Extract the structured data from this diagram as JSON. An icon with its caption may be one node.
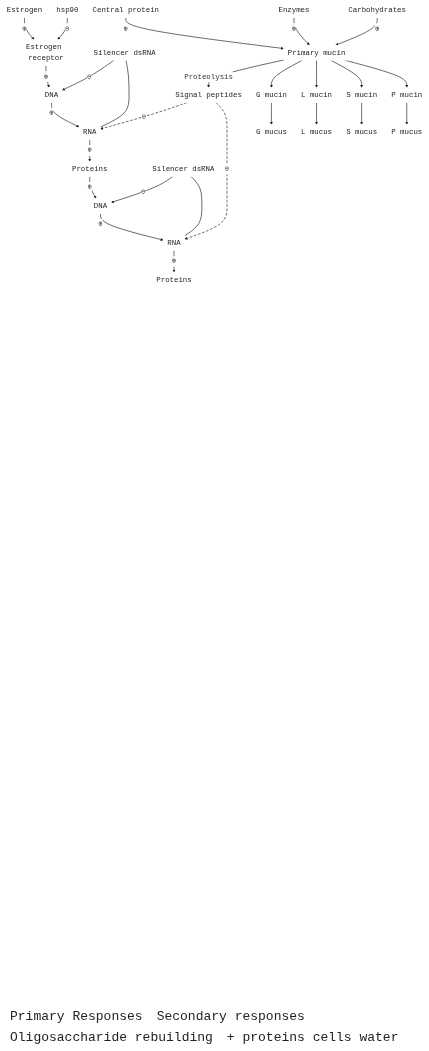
{
  "diagram": {
    "nodes": [
      {
        "text": [
          "Estrogen"
        ]
      },
      {
        "text": [
          "hsp90"
        ]
      },
      {
        "text": [
          "Estrogen receptor"
        ]
      },
      {
        "text": [
          "DNA"
        ]
      },
      {
        "text": [
          "Silencer dsRNA"
        ]
      },
      {
        "text": [
          "RNA"
        ]
      },
      {
        "text": [
          "Proteins"
        ]
      },
      {
        "text": [
          "DNA"
        ]
      },
      {
        "text": [
          "Silencer dsRNA"
        ]
      },
      {
        "text": [
          "RNA"
        ]
      },
      {
        "text": [
          "Proteins"
        ]
      },
      {
        "text": [
          "Central protein"
        ]
      },
      {
        "text": [
          "Enzymes"
        ]
      },
      {
        "text": [
          "Carbohydrates"
        ]
      },
      {
        "text": [
          "Primary mucin"
        ]
      },
      {
        "text": [
          "Signal peptides"
        ]
      },
      {
        "text": [
          "G mucin"
        ]
      },
      {
        "text": [
          "L mucin"
        ]
      },
      {
        "text": [
          "S mucin"
        ]
      },
      {
        "text": [
          "P mucin"
        ]
      },
      {
        "text": [
          "G mucus"
        ]
      },
      {
        "text": [
          "L mucus"
        ]
      },
      {
        "text": [
          "S mucus"
        ]
      },
      {
        "text": [
          "P mucus"
        ]
      }
    ],
    "edges": [
      {
        "from": 0,
        "to": 2,
        "arrow": "to",
        "label": "⊕"
      },
      {
        "from": 1,
        "to": 2,
        "arrow": "to",
        "label": "⊖"
      },
      {
        "from": 2,
        "to": 3,
        "arrow": "to",
        "label": "⊕"
      },
      {
        "from": 4,
        "to": 3,
        "arrow": "to",
        "label": "⊖"
      },
      {
        "from": 4,
        "to": 5,
        "arrow": "none"
      },
      {
        "from": 3,
        "to": 5,
        "arrow": "to",
        "label": "⊕"
      },
      {
        "from": 5,
        "to": 6,
        "arrow": "to",
        "label": "⊕"
      },
      {
        "from": 6,
        "to": 7,
        "arrow": "to",
        "label": "⊕"
      },
      {
        "from": 8,
        "to": 7,
        "arrow": "to",
        "label": "⊖"
      },
      {
        "from": 8,
        "to": 9,
        "arrow": "none"
      },
      {
        "from": 7,
        "to": 9,
        "arrow": "to",
        "label": "⊕"
      },
      {
        "from": 9,
        "to": 10,
        "arrow": "to",
        "label": "⊕"
      },
      {
        "from": 11,
        "to": 14,
        "arrow": "to",
        "label": "⊕"
      },
      {
        "from": 12,
        "to": 14,
        "arrow": "to",
        "label": "⊕"
      },
      {
        "from": 13,
        "to": 14,
        "arrow": "to",
        "label": "⊕"
      },
      {
        "from": 14,
        "to": 15,
        "arrow": "to",
        "label": "Proteolysis"
      },
      {
        "from": 14,
        "to": 16,
        "arrow": "to"
      },
      {
        "from": 14,
        "to": 17,
        "arrow": "to"
      },
      {
        "from": 14,
        "to": 18,
        "arrow": "to"
      },
      {
        "from": 14,
        "to": 19,
        "arrow": "to"
      },
      {
        "from": 15,
        "to": 5,
        "arrow": "to",
        "style": "dashed",
        "label": "⊖"
      },
      {
        "from": 15,
        "to": 9,
        "arrow": "to",
        "style": "dashed",
        "label": "⊖"
      },
      {
        "from": 16,
        "to": 20,
        "arrow": "to"
      },
      {
        "from": 17,
        "to": 21,
        "arrow": "to"
      },
      {
        "from": 18,
        "to": 22,
        "arrow": "to"
      },
      {
        "from": 19,
        "to": 23,
        "arrow": "to"
      }
    ],
    "labels": [
      "Primary Responses",
      "Secondary responses",
      "Oligosaccharide rebuilding",
      "+ proteins cells water"
    ]
  }
}
